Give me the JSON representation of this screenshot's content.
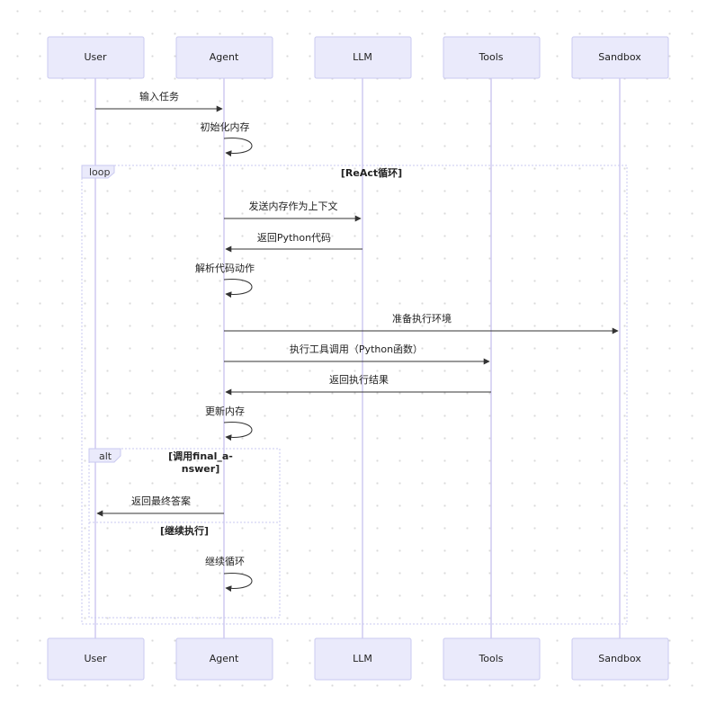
{
  "actors": [
    {
      "id": "user",
      "label": "User"
    },
    {
      "id": "agent",
      "label": "Agent"
    },
    {
      "id": "llm",
      "label": "LLM"
    },
    {
      "id": "tools",
      "label": "Tools"
    },
    {
      "id": "sandbox",
      "label": "Sandbox"
    }
  ],
  "messages": [
    {
      "from": "user",
      "to": "agent",
      "label": "输入任务"
    },
    {
      "from": "agent",
      "to": "agent",
      "label": "初始化内存"
    },
    {
      "from": "agent",
      "to": "llm",
      "label": "发送内存作为上下文"
    },
    {
      "from": "llm",
      "to": "agent",
      "label": "返回Python代码"
    },
    {
      "from": "agent",
      "to": "agent",
      "label": "解析代码动作"
    },
    {
      "from": "agent",
      "to": "sandbox",
      "label": "准备执行环境"
    },
    {
      "from": "agent",
      "to": "tools",
      "label": "执行工具调用（Python函数）"
    },
    {
      "from": "tools",
      "to": "agent",
      "label": "返回执行结果"
    },
    {
      "from": "agent",
      "to": "agent",
      "label": "更新内存"
    },
    {
      "from": "agent",
      "to": "user",
      "label": "返回最终答案"
    },
    {
      "from": "agent",
      "to": "agent",
      "label": "继续循环"
    }
  ],
  "frames": {
    "loop": {
      "keyword": "loop",
      "condition": "[ReAct循环]"
    },
    "alt": {
      "keyword": "alt",
      "condition_line1": "[调用final_a-",
      "condition_line2": "nswer]",
      "else_condition": "[继续执行]"
    }
  },
  "colors": {
    "actor_fill": "#eaeafb",
    "actor_border": "#c9c9f0",
    "lifeline": "#cfcaf0",
    "arrow": "#333333"
  }
}
